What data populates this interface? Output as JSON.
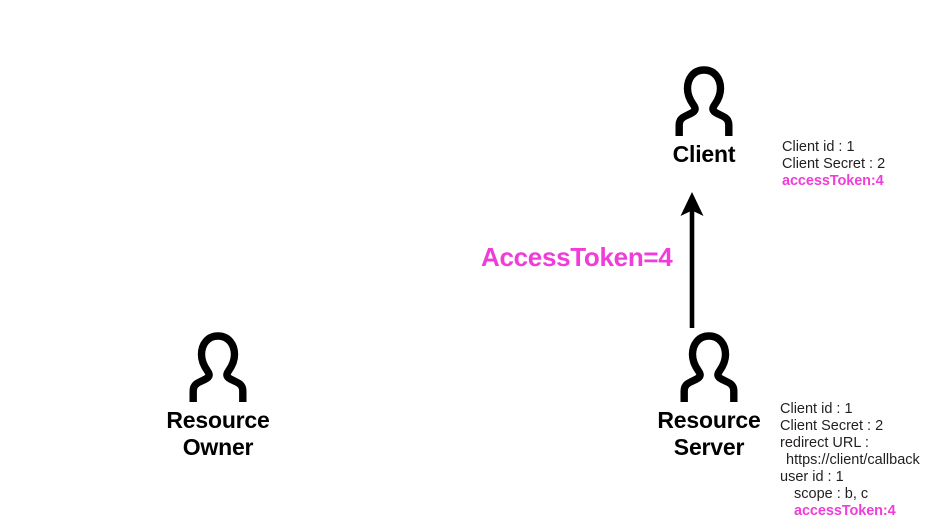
{
  "diagram": {
    "title": "OAuth access token delivery to client",
    "background_color": "#ffffff",
    "accent_color": "#f03cd8",
    "text_color": "#231f20"
  },
  "actors": {
    "client": {
      "label": "Client",
      "icon": "person-icon"
    },
    "resource_owner": {
      "label": "Resource\nOwner",
      "icon": "person-icon"
    },
    "resource_server": {
      "label": "Resource\nServer",
      "icon": "person-icon"
    }
  },
  "arrow": {
    "label": "AccessToken=4",
    "direction": "up",
    "color": "#000000",
    "label_color": "#f03cd8"
  },
  "client_info": {
    "lines": [
      {
        "text": "Client id : 1",
        "style": "normal",
        "indent": 0
      },
      {
        "text": "Client Secret : 2",
        "style": "normal",
        "indent": 0
      },
      {
        "text": "accessToken:4",
        "style": "token",
        "indent": 0
      }
    ]
  },
  "server_info": {
    "lines": [
      {
        "text": "Client id : 1",
        "style": "normal",
        "indent": 0
      },
      {
        "text": "Client Secret : 2",
        "style": "normal",
        "indent": 0
      },
      {
        "text": "redirect URL :",
        "style": "normal",
        "indent": 0
      },
      {
        "text": "https://client/callback",
        "style": "normal",
        "indent": 1
      },
      {
        "text": "user id : 1",
        "style": "normal",
        "indent": 0
      },
      {
        "text": "scope : b, c",
        "style": "normal",
        "indent": 2
      },
      {
        "text": "accessToken:4",
        "style": "token",
        "indent": 2
      }
    ]
  }
}
